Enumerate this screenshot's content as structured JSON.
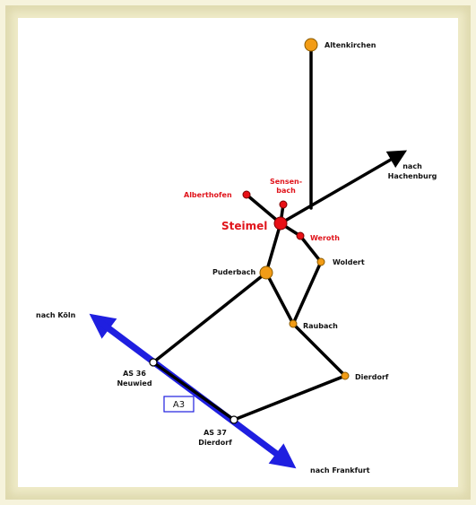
{
  "colors": {
    "road": "#000000",
    "highway": "#1f1fe0",
    "town": "#f29c16",
    "town_stroke": "#8a5a00",
    "focus": "#e81016",
    "focus_label": "#e0141b",
    "label": "#111111"
  },
  "labels": {
    "altenkirchen": "Altenkirchen",
    "hachenburg_1": "nach",
    "hachenburg_2": "Hachenburg",
    "sensenbach_1": "Sensen-",
    "sensenbach_2": "bach",
    "alberthofen": "Alberthofen",
    "steimel": "Steimel",
    "weroth": "Weroth",
    "woldert": "Woldert",
    "puderbach": "Puderbach",
    "raubach": "Raubach",
    "dierdorf": "Dierdorf",
    "koeln": "nach Köln",
    "as36_1": "AS 36",
    "as36_2": "Neuwied",
    "highway_badge": "A3",
    "as37_1": "AS 37",
    "as37_2": "Dierdorf",
    "frankfurt": "nach Frankfurt"
  }
}
